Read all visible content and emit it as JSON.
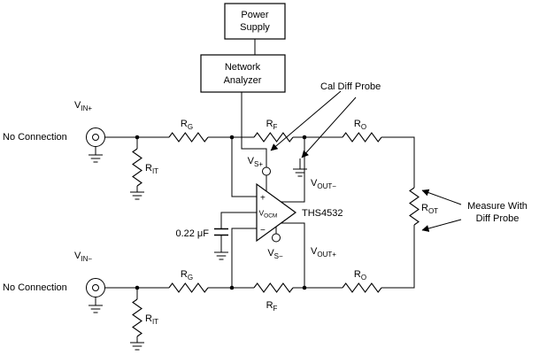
{
  "equipment": {
    "power_supply_line1": "Power",
    "power_supply_line2": "Supply",
    "network_analyzer_line1": "Network",
    "network_analyzer_line2": "Analyzer"
  },
  "annotations": {
    "cal_diff_probe": "Cal Diff Probe",
    "measure_line1": "Measure With",
    "measure_line2": "Diff Probe",
    "no_connection_top": "No Connection",
    "no_connection_bottom": "No Connection"
  },
  "amplifier": {
    "part_number": "THS4532",
    "noninverting_sign": "+",
    "inverting_sign": "−",
    "vocm": {
      "base": "V",
      "sub": "OCM"
    }
  },
  "capacitor": {
    "value": "0.22 μF"
  },
  "nets": {
    "vin_plus": {
      "base": "V",
      "sub": "IN+"
    },
    "vin_minus": {
      "base": "V",
      "sub": "IN−"
    },
    "vs_plus": {
      "base": "V",
      "sub": "S+"
    },
    "vs_minus": {
      "base": "V",
      "sub": "S−"
    },
    "vout_minus": {
      "base": "V",
      "sub": "OUT−"
    },
    "vout_plus": {
      "base": "V",
      "sub": "OUT+"
    }
  },
  "resistors": {
    "rg_top": {
      "base": "R",
      "sub": "G"
    },
    "rf_top": {
      "base": "R",
      "sub": "F"
    },
    "ro_top": {
      "base": "R",
      "sub": "O"
    },
    "rg_bottom": {
      "base": "R",
      "sub": "G"
    },
    "rf_bottom": {
      "base": "R",
      "sub": "F"
    },
    "ro_bottom": {
      "base": "R",
      "sub": "O"
    },
    "rit_top": {
      "base": "R",
      "sub": "IT"
    },
    "rit_bottom": {
      "base": "R",
      "sub": "IT"
    },
    "rot": {
      "base": "R",
      "sub": "OT"
    }
  }
}
